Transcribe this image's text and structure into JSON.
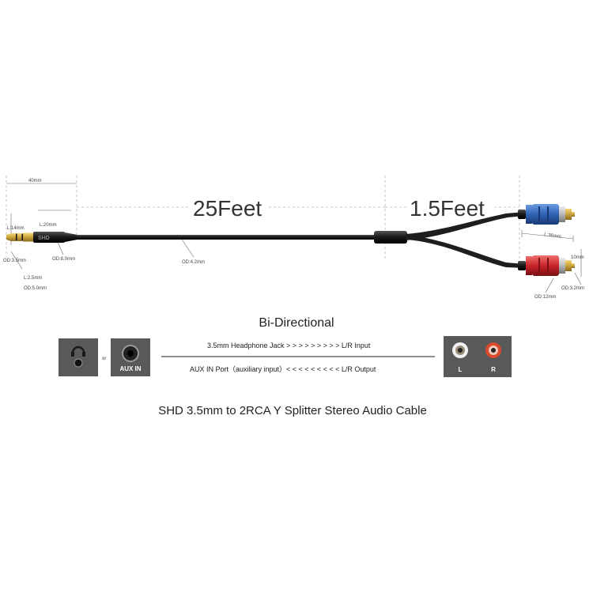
{
  "dimensions": {
    "plug_overall_length": "40mm",
    "plug_tip_length": "L:14mm",
    "plug_housing_length": "L:20mm",
    "plug_tip_od": "OD:3.5mm",
    "plug_housing_od": "OD:8.0mm",
    "strain_relief_length": "L:2.5mm",
    "strain_relief_od": "OD:5.0mm",
    "cable_od": "OD:4.2mm",
    "rca_length": "L:36mm",
    "rca_width": "10mm",
    "rca_od": "OD:12mm",
    "rca_pin_od": "OD:3.2mm"
  },
  "lengths": {
    "main_cable": "25Feet",
    "split_cable": "1.5Feet"
  },
  "bidirectional": {
    "title": "Bi-Directional",
    "or_label": "or",
    "aux_label": "AUX IN",
    "line1": "3.5mm Headphone Jack  > > > > > > > > > L/R  Input",
    "line2": "AUX IN Port（auxiliary input）< < < < < < < < < L/R Output",
    "left_label": "L",
    "right_label": "R"
  },
  "caption": "SHD 3.5mm to 2RCA Y Splitter Stereo Audio Cable",
  "colors": {
    "blue_plug": "#2f63b4",
    "red_plug": "#c8242b",
    "cable": "#1e1e1e",
    "panel_gray": "#595959",
    "socket_white": "#f2f2f2",
    "socket_red": "#d94a2e"
  }
}
